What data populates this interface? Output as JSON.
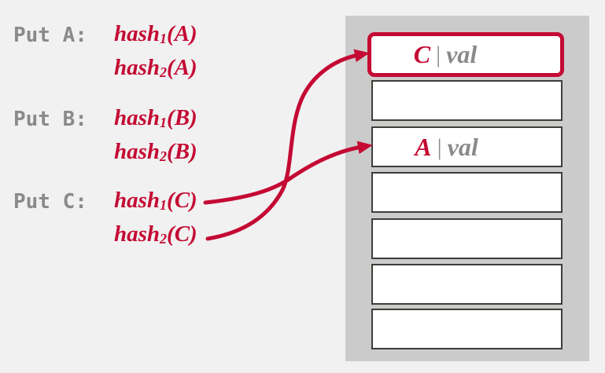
{
  "colors": {
    "accent": "#c40a33",
    "muted": "#8a8a8a",
    "panel": "#cbcbcb",
    "slot_border": "#3e3d38",
    "slot_fill": "#ffffff",
    "background": "#f1f1f1"
  },
  "puts": [
    {
      "label": "Put A:",
      "hashes": [
        {
          "fn": "hash",
          "sub": "1",
          "arg": "(A)"
        },
        {
          "fn": "hash",
          "sub": "2",
          "arg": "(A)"
        }
      ]
    },
    {
      "label": "Put B:",
      "hashes": [
        {
          "fn": "hash",
          "sub": "1",
          "arg": "(B)"
        },
        {
          "fn": "hash",
          "sub": "2",
          "arg": "(B)"
        }
      ]
    },
    {
      "label": "Put C:",
      "hashes": [
        {
          "fn": "hash",
          "sub": "1",
          "arg": "(C)"
        },
        {
          "fn": "hash",
          "sub": "2",
          "arg": "(C)"
        }
      ]
    }
  ],
  "table": {
    "slots": [
      {
        "key": "C",
        "separator": "|",
        "value": "val",
        "highlighted": true
      },
      {
        "key": "",
        "separator": "",
        "value": "",
        "highlighted": false
      },
      {
        "key": "A",
        "separator": "|",
        "value": "val",
        "highlighted": false
      },
      {
        "key": "",
        "separator": "",
        "value": "",
        "highlighted": false
      },
      {
        "key": "",
        "separator": "",
        "value": "",
        "highlighted": false
      },
      {
        "key": "",
        "separator": "",
        "value": "",
        "highlighted": false
      },
      {
        "key": "",
        "separator": "",
        "value": "",
        "highlighted": false
      }
    ]
  },
  "arrows": [
    {
      "name": "arrow-hash1-c-to-slot-3",
      "from": "hash1(C)",
      "to": "slot-3"
    },
    {
      "name": "arrow-hash2-c-to-slot-1",
      "from": "hash2(C)",
      "to": "slot-1"
    }
  ]
}
